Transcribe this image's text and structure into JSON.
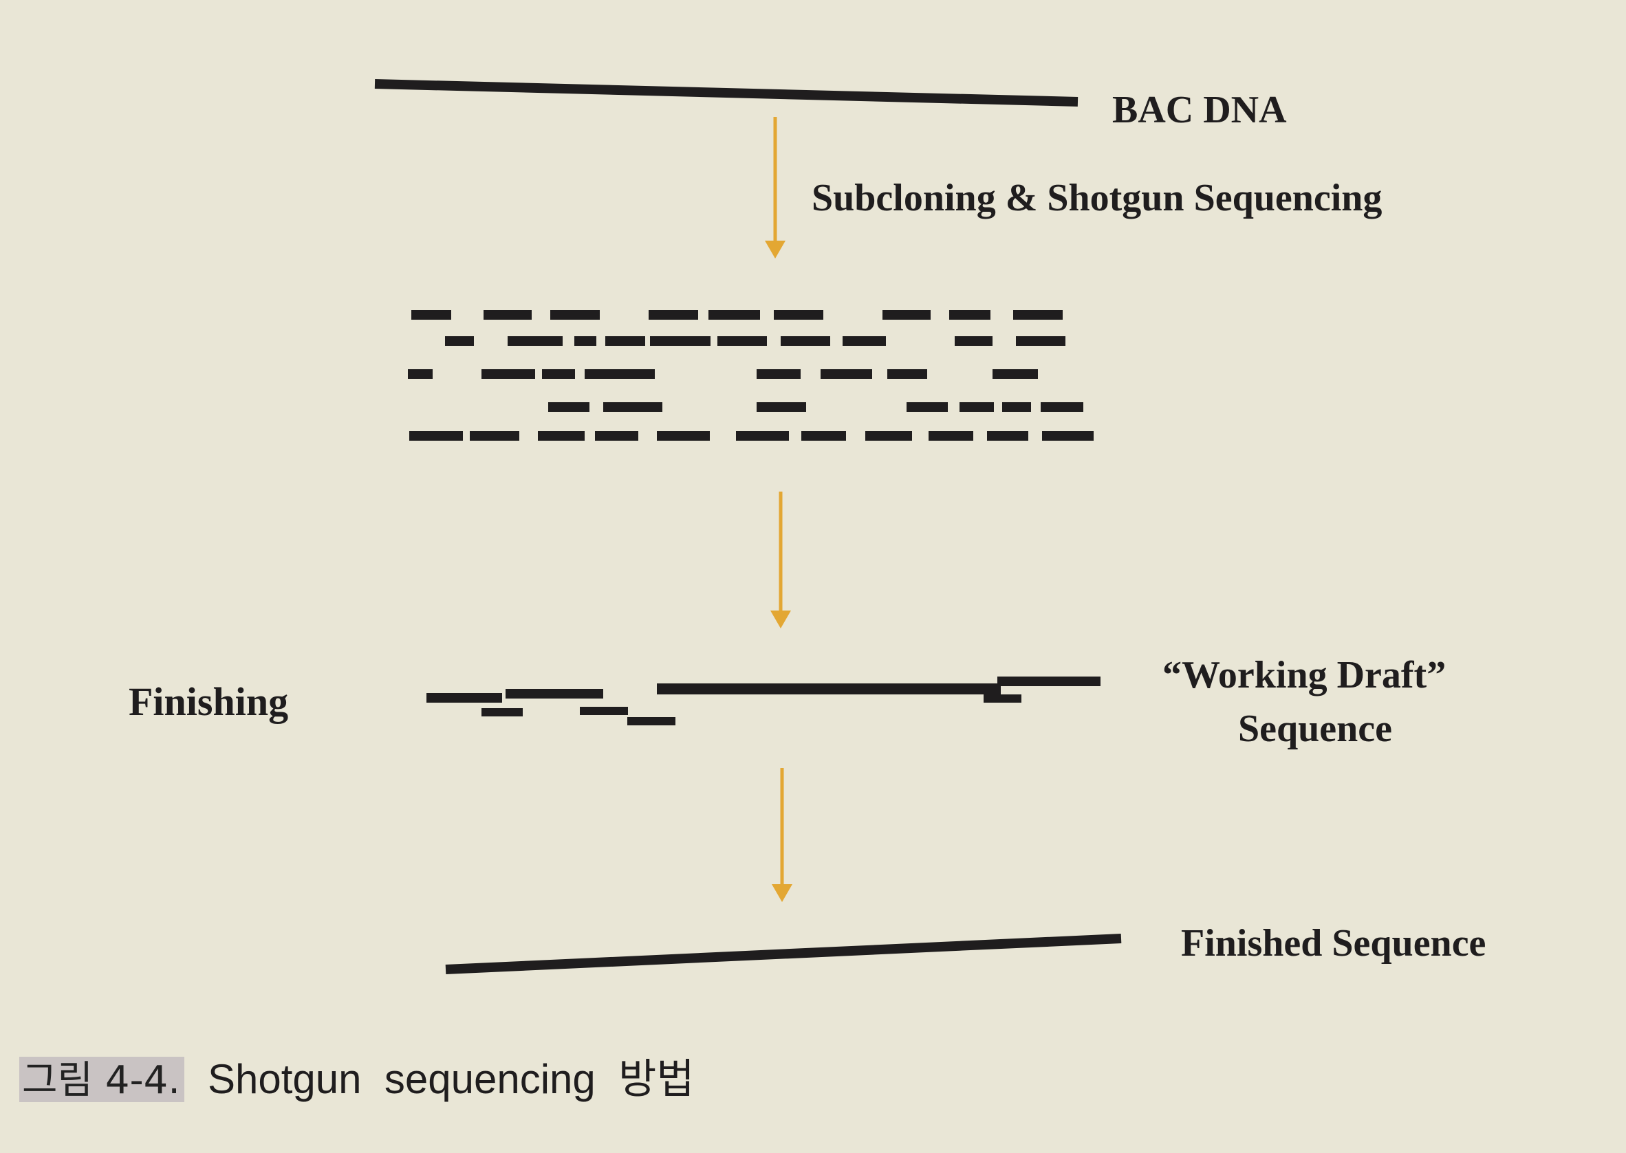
{
  "diagram": {
    "steps": {
      "bac_dna": "BAC DNA",
      "subcloning": "Subcloning & Shotgun Sequencing",
      "finishing": "Finishing",
      "working_draft": "“Working Draft”",
      "working_draft_line2": "Sequence",
      "finished": "Finished Sequence"
    }
  },
  "caption": {
    "prefix": "그림 4-4.",
    "text": "Shotgun  sequencing  방법"
  },
  "colors": {
    "background": "#e9e6d6",
    "line": "#1f1d1e",
    "arrow": "#e3a733",
    "caption_highlight": "#c9c3c3"
  }
}
